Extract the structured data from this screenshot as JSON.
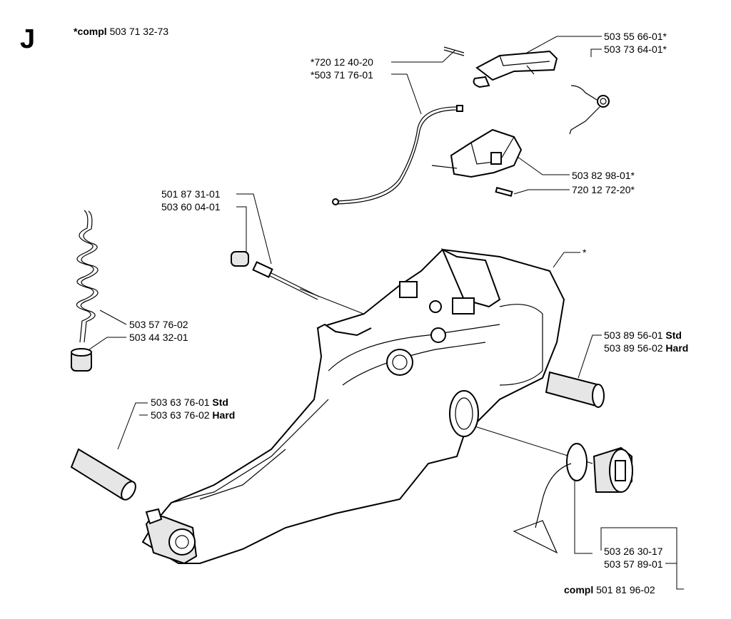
{
  "section_letter": "J",
  "assembly": {
    "prefix": "*compl",
    "number": "503 71 32-73"
  },
  "callouts": {
    "c1": "503 55 66-01*",
    "c2": "503 73 64-01*",
    "c3": "*720 12 40-20",
    "c4": "*503 71 76-01",
    "c5": "503 82 98-01*",
    "c6": "720 12 72-20*",
    "c7": "501 87 31-01",
    "c8": "503 60 04-01",
    "c9": "*",
    "c10": "503 57 76-02",
    "c11": "503 44 32-01",
    "c12_num": "503 89 56-01",
    "c12_grade": "Std",
    "c13_num": "503 89 56-02",
    "c13_grade": "Hard",
    "c14_num": "503 63 76-01",
    "c14_grade": "Std",
    "c15_num": "503 63 76-02",
    "c15_grade": "Hard",
    "c16": "503 26 30-17",
    "c17": "503 57 89-01",
    "c18_prefix": "compl",
    "c18_num": "501 81 96-02"
  }
}
